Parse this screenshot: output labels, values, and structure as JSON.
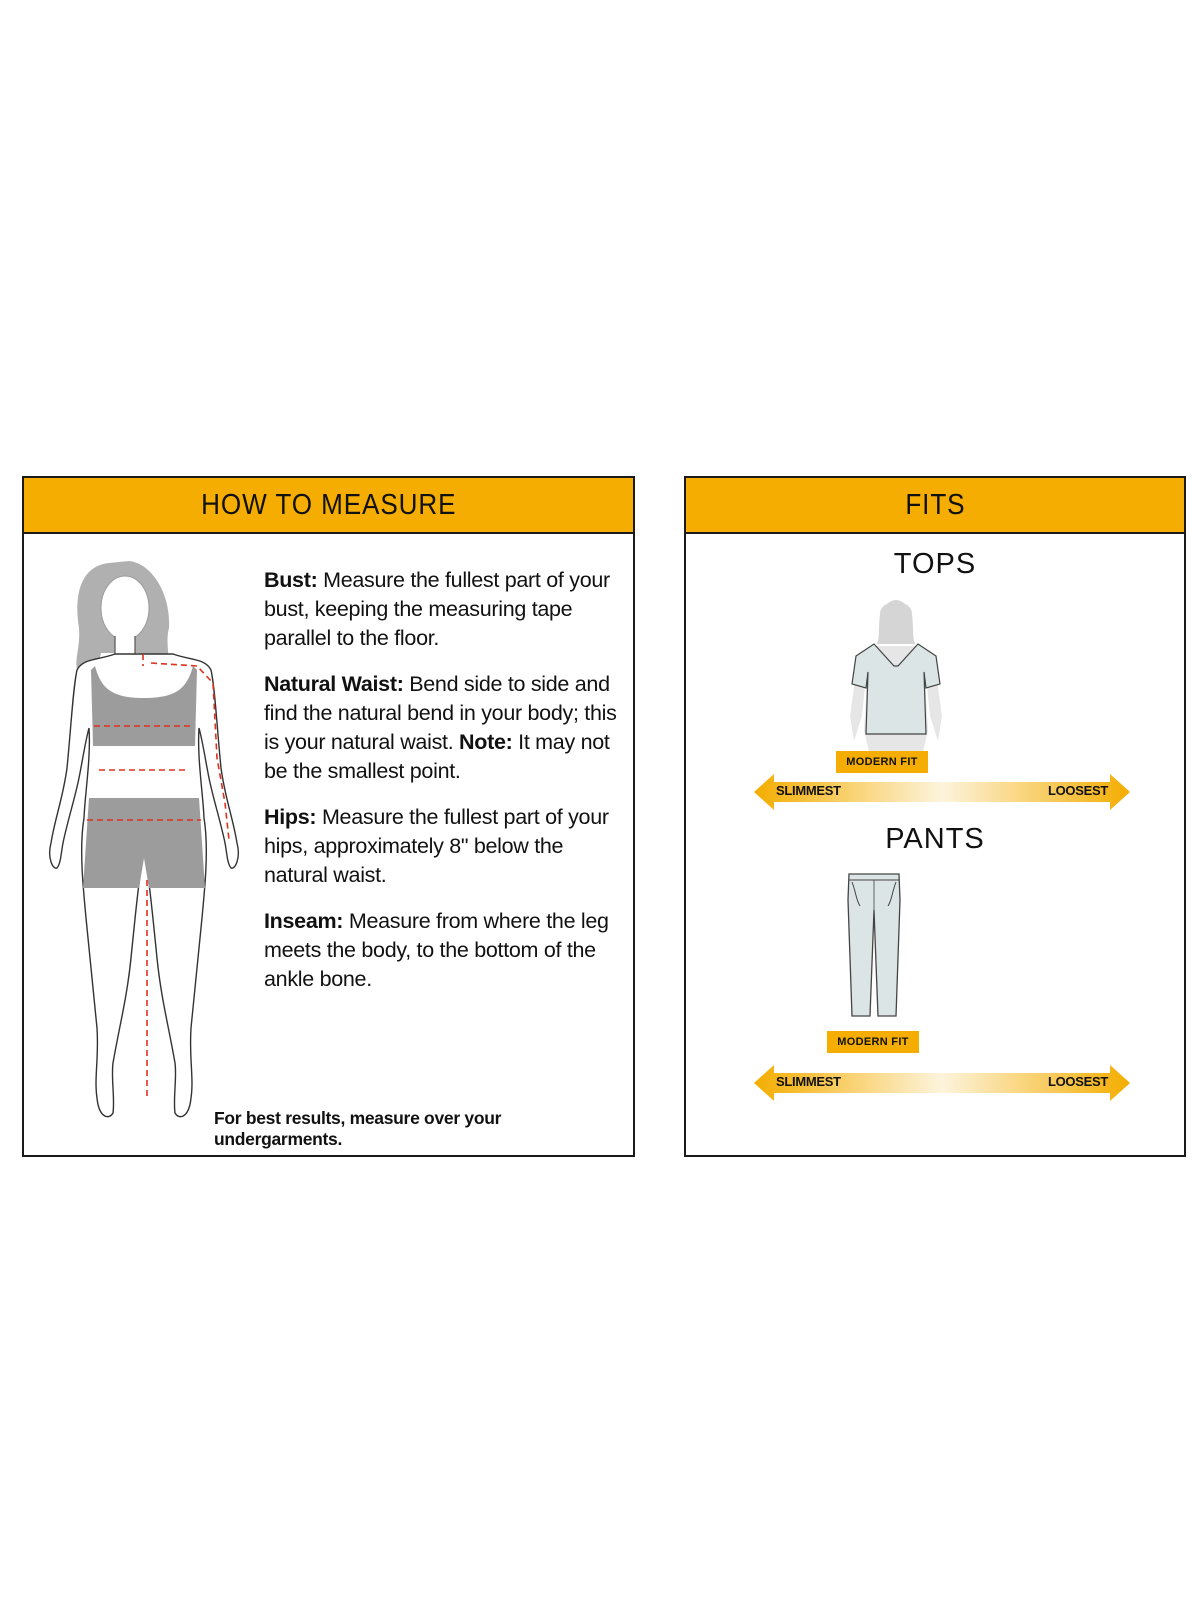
{
  "measure": {
    "title": "HOW TO MEASURE",
    "items": [
      {
        "label": "Bust:",
        "text": " Measure the fullest part of your bust, keeping the measuring tape parallel to the floor."
      },
      {
        "label": "Natural Waist:",
        "text": " Bend side to side and find the natural bend in your body; this is your natural waist. ",
        "note_label": "Note:",
        "note_text": " It may not be the smallest point."
      },
      {
        "label": "Hips:",
        "text": " Measure the fullest part of your hips, approximately 8\" below the natural waist."
      },
      {
        "label": "Inseam:",
        "text": " Measure from where the leg meets the body, to the bottom of the ankle bone."
      }
    ],
    "footnote": "For best results, measure over your undergarments."
  },
  "fits": {
    "title": "FITS",
    "tops": {
      "title": "TOPS",
      "badge": "MODERN FIT",
      "scale_min": "SLIMMEST",
      "scale_max": "LOOSEST"
    },
    "pants": {
      "title": "PANTS",
      "badge": "MODERN FIT",
      "scale_min": "SLIMMEST",
      "scale_max": "LOOSEST"
    }
  },
  "colors": {
    "accent": "#f4ad00",
    "measure_line": "#e0301e",
    "garment": "#dbe5e6",
    "body_grey": "#a9a9a9"
  }
}
